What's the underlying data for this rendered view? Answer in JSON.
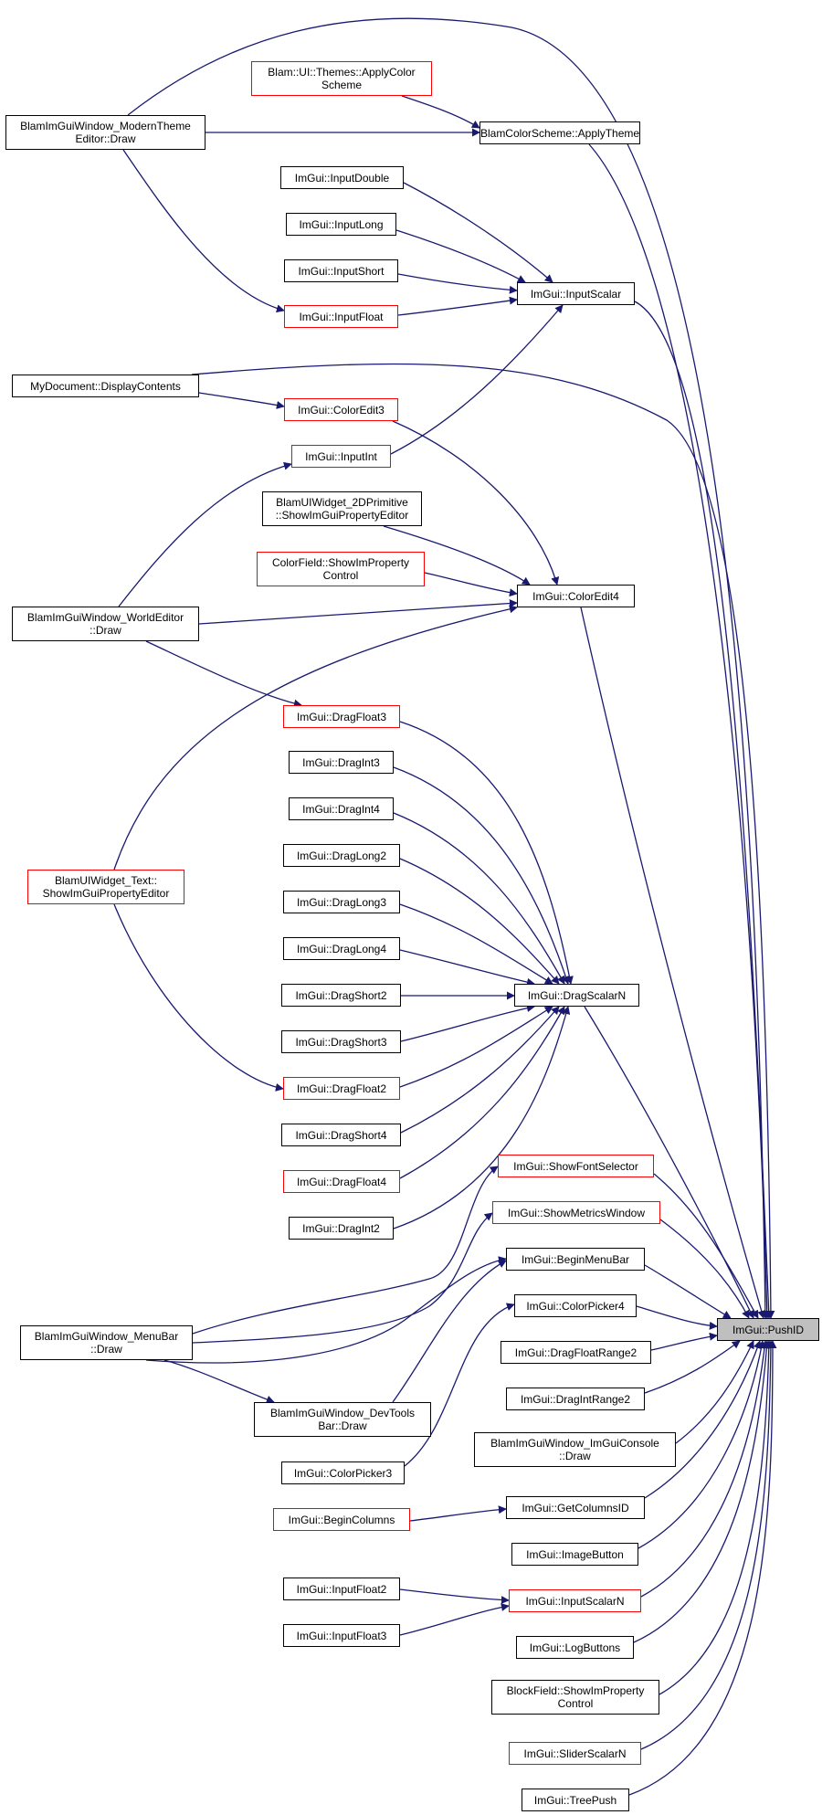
{
  "colors": {
    "edge": "#191970",
    "normal_border": "#000000",
    "truncated_border": "#ff0000",
    "target_fill": "#bfbfbf"
  },
  "nodes": {
    "PushID": "ImGui::PushID",
    "ModernThemeEditor": "BlamImGuiWindow_ModernTheme\nEditor::Draw",
    "ApplyColorScheme": "Blam::UI::Themes::ApplyColor\nScheme",
    "ApplyTheme": "BlamColorScheme::ApplyTheme",
    "InputDouble": "ImGui::InputDouble",
    "InputLong": "ImGui::InputLong",
    "InputShort": "ImGui::InputShort",
    "InputFloat": "ImGui::InputFloat",
    "InputScalar": "ImGui::InputScalar",
    "DisplayContents": "MyDocument::DisplayContents",
    "ColorEdit3": "ImGui::ColorEdit3",
    "InputInt": "ImGui::InputInt",
    "Primitive2D": "BlamUIWidget_2DPrimitive\n::ShowImGuiPropertyEditor",
    "ColorField": "ColorField::ShowImProperty\nControl",
    "ColorEdit4": "ImGui::ColorEdit4",
    "WorldEditor": "BlamImGuiWindow_WorldEditor\n::Draw",
    "DragFloat3": "ImGui::DragFloat3",
    "DragInt3": "ImGui::DragInt3",
    "DragInt4": "ImGui::DragInt4",
    "DragLong2": "ImGui::DragLong2",
    "WidgetText": "BlamUIWidget_Text::\nShowImGuiPropertyEditor",
    "DragLong3": "ImGui::DragLong3",
    "DragLong4": "ImGui::DragLong4",
    "DragShort2": "ImGui::DragShort2",
    "DragScalarN": "ImGui::DragScalarN",
    "DragShort3": "ImGui::DragShort3",
    "DragFloat2": "ImGui::DragFloat2",
    "DragShort4": "ImGui::DragShort4",
    "DragFloat4": "ImGui::DragFloat4",
    "DragInt2": "ImGui::DragInt2",
    "ShowFontSelector": "ImGui::ShowFontSelector",
    "ShowMetricsWindow": "ImGui::ShowMetricsWindow",
    "BeginMenuBar": "ImGui::BeginMenuBar",
    "MenuBarDraw": "BlamImGuiWindow_MenuBar\n::Draw",
    "ColorPicker4": "ImGui::ColorPicker4",
    "DragFloatRange2": "ImGui::DragFloatRange2",
    "DevToolsBar": "BlamImGuiWindow_DevTools\nBar::Draw",
    "DragIntRange2": "ImGui::DragIntRange2",
    "ColorPicker3": "ImGui::ColorPicker3",
    "ImGuiConsole": "BlamImGuiWindow_ImGuiConsole\n::Draw",
    "BeginColumns": "ImGui::BeginColumns",
    "GetColumnsID": "ImGui::GetColumnsID",
    "ImageButton": "ImGui::ImageButton",
    "InputFloat2": "ImGui::InputFloat2",
    "InputScalarN": "ImGui::InputScalarN",
    "InputFloat3": "ImGui::InputFloat3",
    "LogButtons": "ImGui::LogButtons",
    "BlockField": "BlockField::ShowImProperty\nControl",
    "SliderScalarN": "ImGui::SliderScalarN",
    "TreePush": "ImGui::TreePush"
  }
}
